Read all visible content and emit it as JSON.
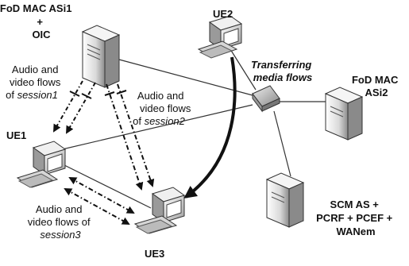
{
  "nodes": {
    "asi1": {
      "line1": "FoD MAC ASi1",
      "line2": "+",
      "line3": "OIC"
    },
    "asi2": {
      "line1": "FoD MAC",
      "line2": "ASi2"
    },
    "scm": {
      "line1": "SCM AS +",
      "line2": "PCRF + PCEF +",
      "line3": "WANem"
    },
    "ue1": {
      "label": "UE1"
    },
    "ue2": {
      "label": "UE2"
    },
    "ue3": {
      "label": "UE3"
    }
  },
  "flows": {
    "session1": {
      "line1": "Audio and",
      "line2": "video flows",
      "line3_prefix": "of ",
      "line3_session": "session1"
    },
    "session2": {
      "line1": "Audio and",
      "line2": "video flows",
      "line3_prefix": "of ",
      "line3_session": "session2"
    },
    "session3": {
      "line1": "Audio and",
      "line2": "video flows of",
      "line3_session": "session3"
    },
    "transfer": {
      "line1": "Transferring",
      "line2": "media flows"
    }
  },
  "colors": {
    "line": "#222222",
    "device_light": "#f2f2f2",
    "device_mid": "#bdbdbd",
    "device_dark": "#6e6e6e"
  }
}
